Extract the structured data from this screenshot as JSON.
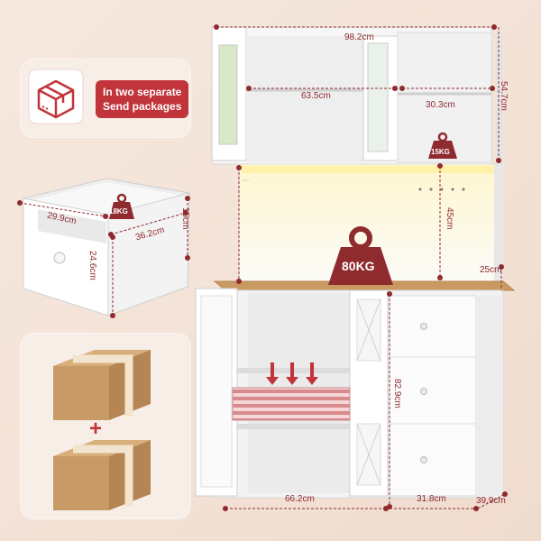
{
  "shipping": {
    "line1": "In two separate",
    "line2": "Send packages"
  },
  "drawer": {
    "weight": "18KG",
    "width": "29.9cm",
    "depth": "36.2cm",
    "height": "15cm",
    "front_height": "24.6cm"
  },
  "cabinet": {
    "top_width": "98.2cm",
    "upper_width": "63.5cm",
    "upper_right_width": "30.3cm",
    "upper_height": "54.7cm",
    "upper_load": "15KG",
    "middle_height": "45cm",
    "counter_load": "80KG",
    "counter_depth": "25cm",
    "lower_height": "82.9cm",
    "lower_width": "66.2cm",
    "drawer_unit_width": "31.8cm",
    "base_depth": "39.9cm"
  },
  "colors": {
    "accent": "#c0343a",
    "dim_line": "#8f2a2e",
    "wood": "#c89a62",
    "box": "#c89a66"
  }
}
